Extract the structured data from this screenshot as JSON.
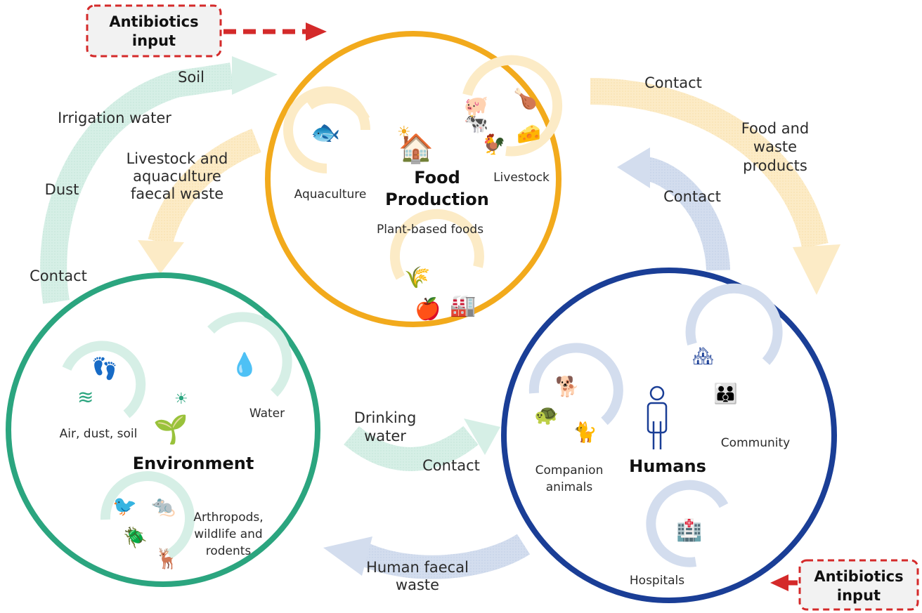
{
  "antibiotics_input_top": [
    "Antibiotics",
    "input"
  ],
  "antibiotics_input_bottom": [
    "Antibiotics",
    "input"
  ],
  "food_production": {
    "title": [
      "Food",
      "Production"
    ],
    "aquaculture": "Aquaculture",
    "livestock": "Livestock",
    "plant_based": "Plant-based foods"
  },
  "environment": {
    "title": "Environment",
    "air_dust_soil": "Air, dust, soil",
    "water": "Water",
    "wildlife": [
      "Arthropods,",
      "wildlife and",
      "rodents"
    ]
  },
  "humans": {
    "title": "Humans",
    "companion": [
      "Companion",
      "animals"
    ],
    "community": "Community",
    "hospitals": "Hospitals"
  },
  "flows": {
    "soil": "Soil",
    "irrigation_water": "Irrigation water",
    "dust": "Dust",
    "contact_env": "Contact",
    "livestock_waste": [
      "Livestock and",
      "aquaculture",
      "faecal waste"
    ],
    "contact_food_top": "Contact",
    "food_waste": [
      "Food  and",
      "waste",
      "products"
    ],
    "contact_humans_food": "Contact",
    "drinking_water": [
      "Drinking",
      "water"
    ],
    "contact_env_humans": "Contact",
    "human_faecal_waste": [
      "Human faecal",
      "waste"
    ]
  },
  "colors": {
    "food": "#F2AA1C",
    "environment": "#2BA57F",
    "humans": "#1A3E96",
    "antibiotics": "#D42A2A",
    "green_arrow": "#D6EFE6",
    "yellow_arrow": "#FCEBC6",
    "blue_arrow": "#D3DDEE"
  }
}
